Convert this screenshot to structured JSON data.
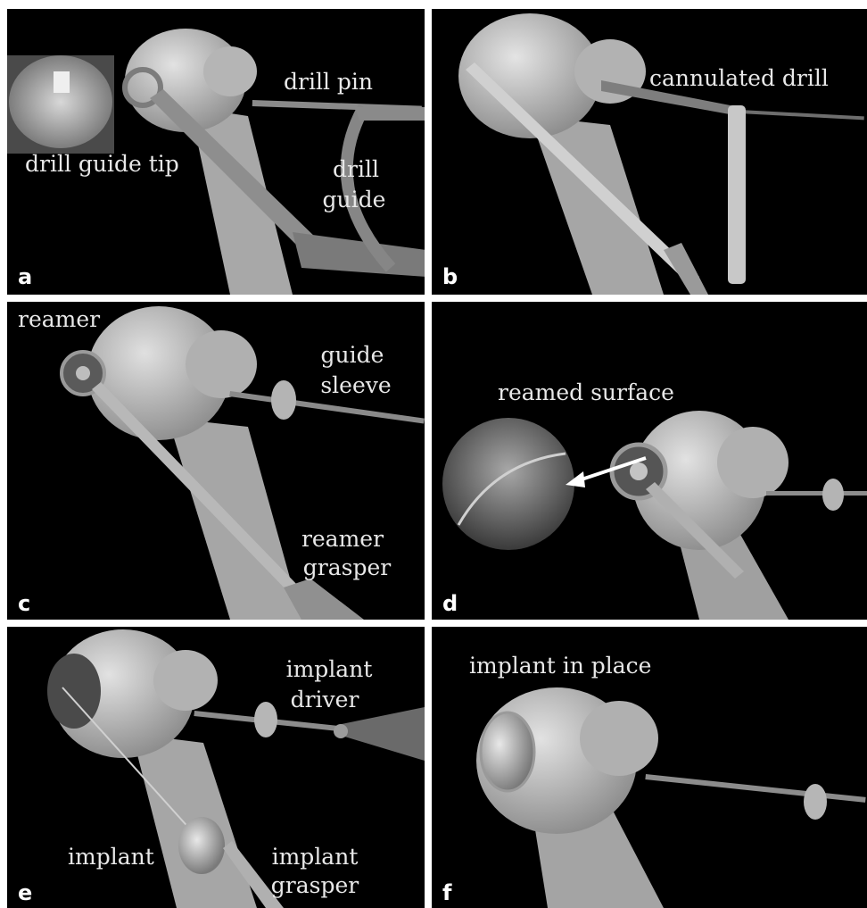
{
  "figure": {
    "panels": [
      {
        "letter": "a",
        "labels": [
          "drill guide tip",
          "drill pin",
          "drill",
          "guide"
        ]
      },
      {
        "letter": "b",
        "labels": [
          "cannulated drill"
        ]
      },
      {
        "letter": "c",
        "labels": [
          "reamer",
          "guide",
          "sleeve",
          "reamer",
          "grasper"
        ]
      },
      {
        "letter": "d",
        "labels": [
          "reamed surface"
        ]
      },
      {
        "letter": "e",
        "labels": [
          "implant",
          "driver",
          "implant",
          "implant",
          "grasper"
        ]
      },
      {
        "letter": "f",
        "labels": [
          "implant in place"
        ]
      }
    ]
  },
  "colors": {
    "background": "#000000",
    "bone": "#c9c9c9",
    "instrument": "#9a9a9a",
    "text": "#e8e8e8"
  }
}
